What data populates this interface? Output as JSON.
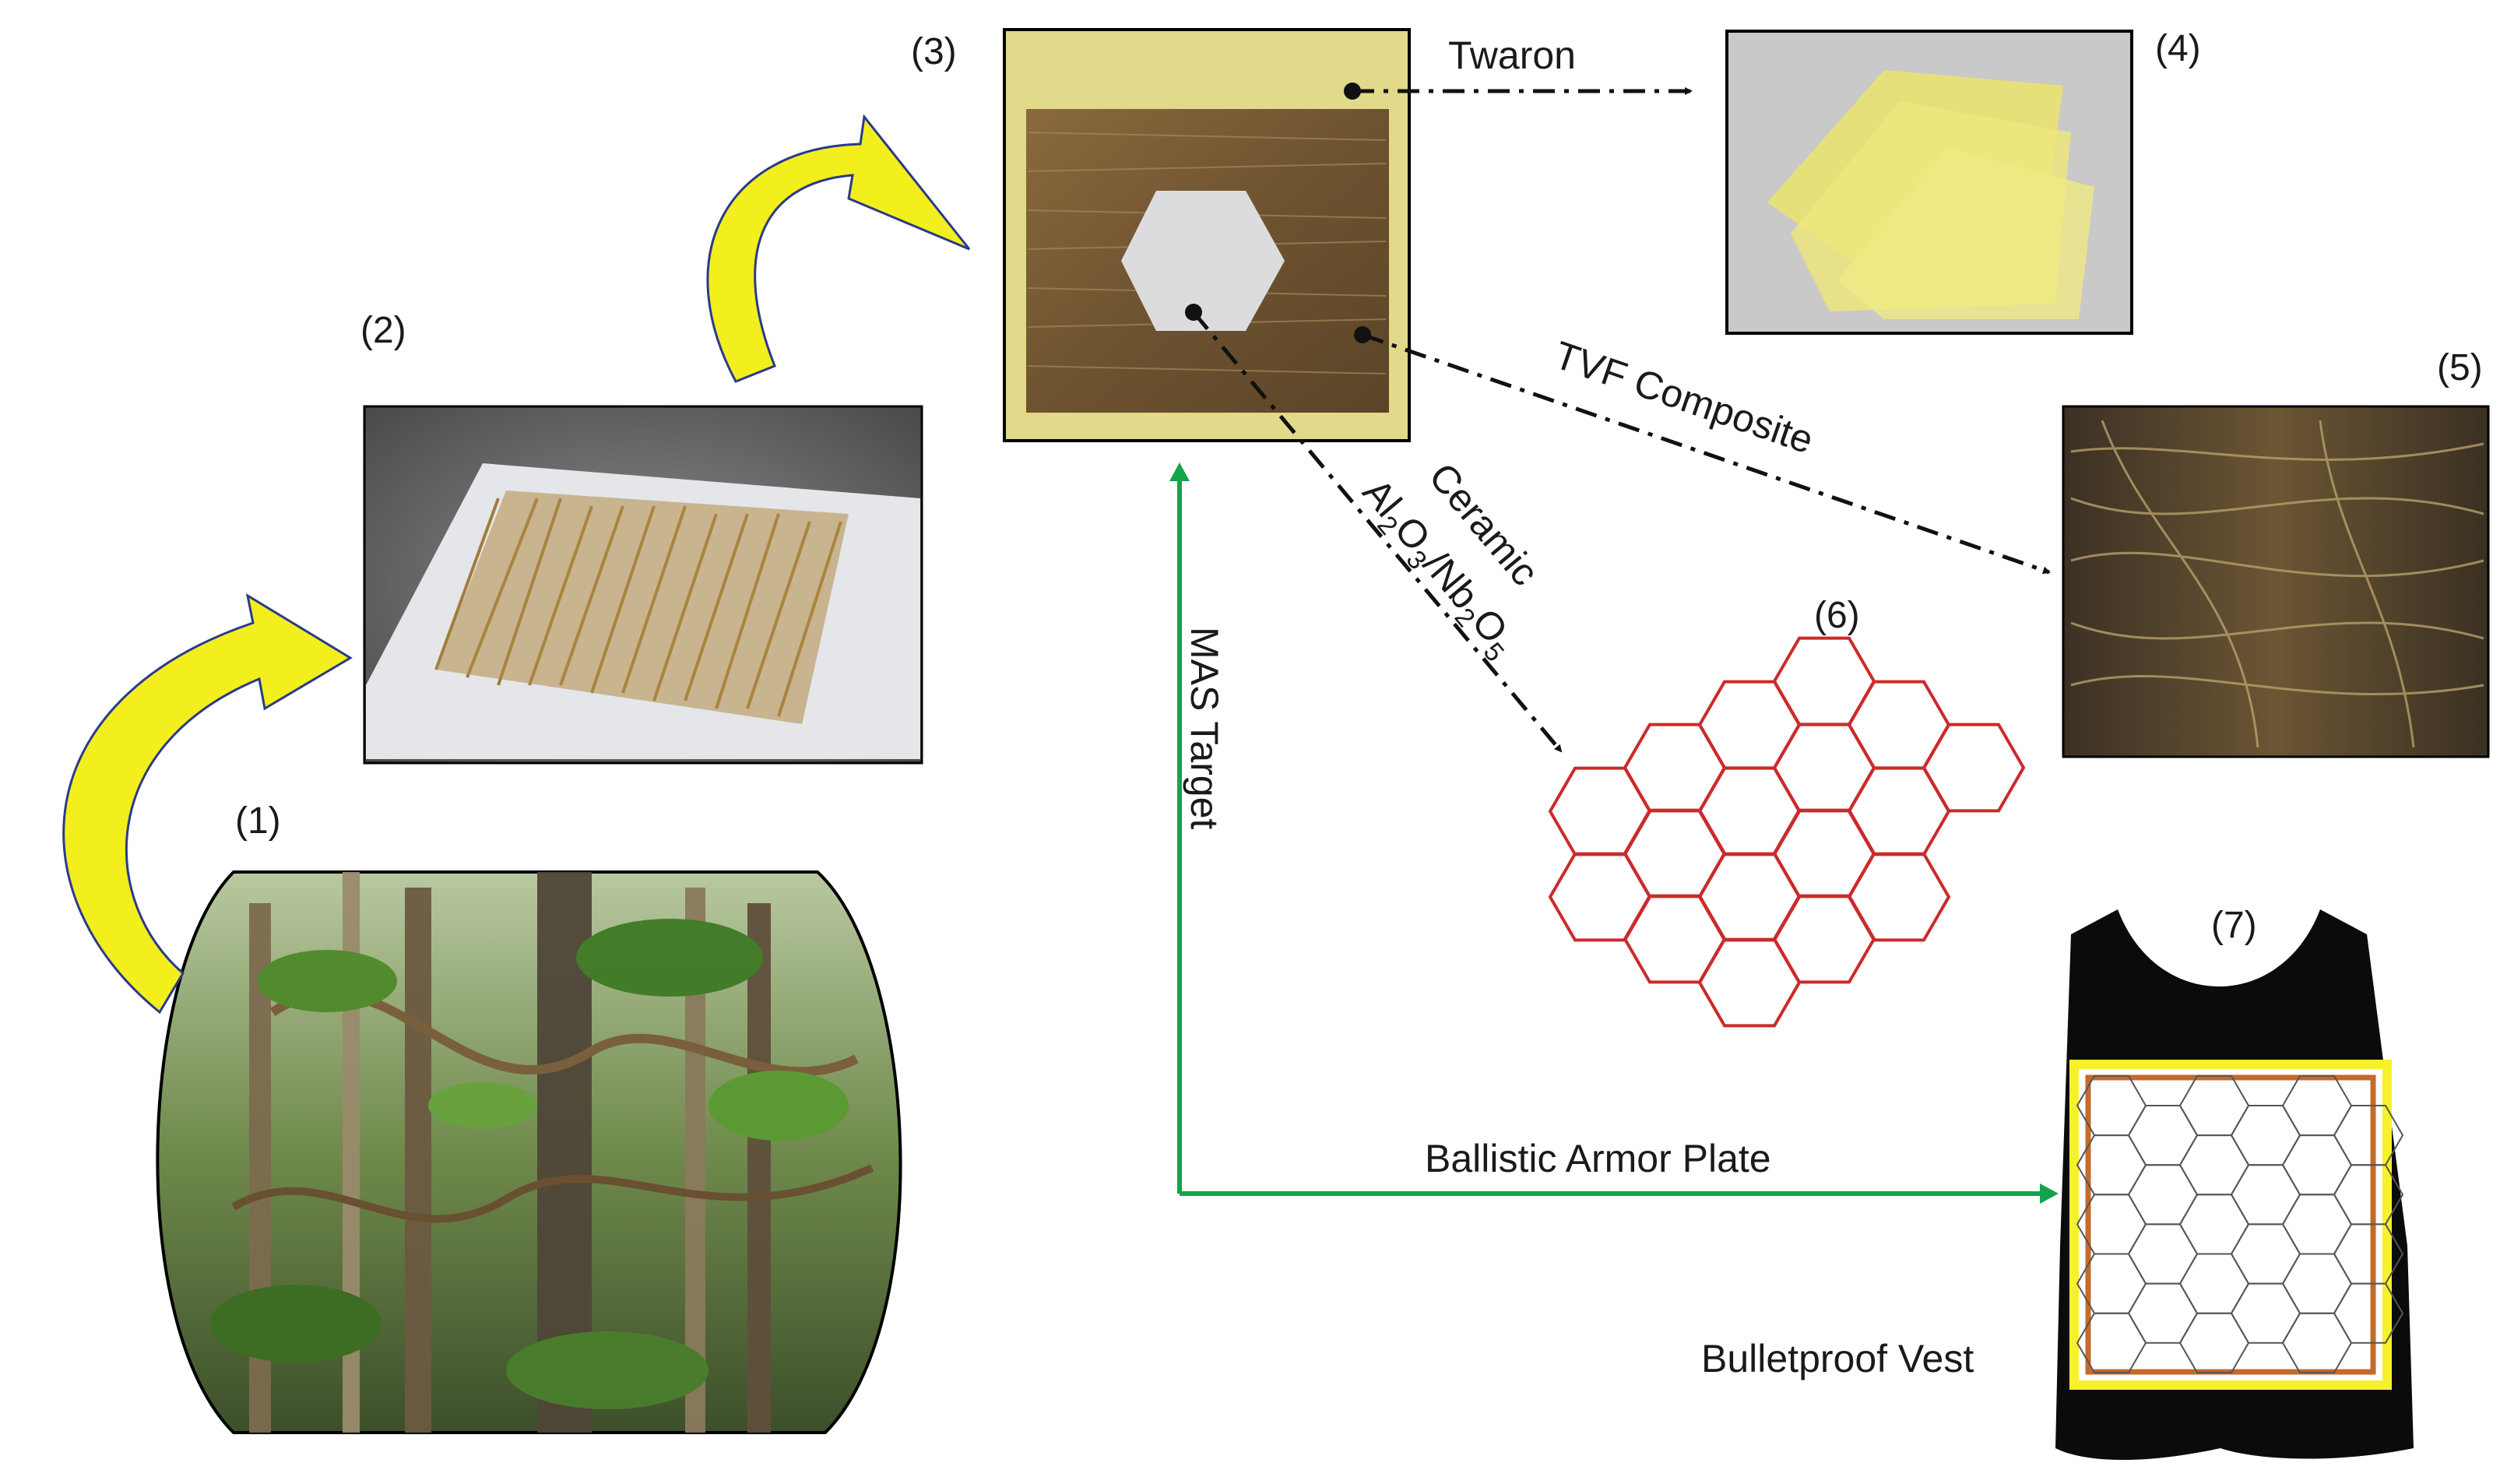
{
  "numbers": [
    "(1)",
    "(2)",
    "(3)",
    "(4)",
    "(5)",
    "(6)",
    "(7)"
  ],
  "labels": {
    "twaron": "Twaron",
    "tvf": "TVF Composite",
    "ceramic": "Ceramic",
    "ceramic_formula": {
      "a1": "Al",
      "s1": "2",
      "a2": "O",
      "s2": "3",
      "a3": "/Nb",
      "s3": "2",
      "a4": "O",
      "s4": "5"
    },
    "mas": "MAS Target",
    "ballistic": "Ballistic Armor Plate",
    "vest": "Bulletproof Vest"
  },
  "colors": {
    "curved_arrow": "#f2ef1d",
    "green_arrow": "#14a34a",
    "hexagon_red": "#cc2a2a",
    "plate_yellow": "#f6f12a",
    "plate_orange": "#c46a2a",
    "vest": "#0b0b0b"
  },
  "icons": [
    "curved-arrow-icon",
    "dash-dot-arrow-icon",
    "hexagon-icon"
  ]
}
